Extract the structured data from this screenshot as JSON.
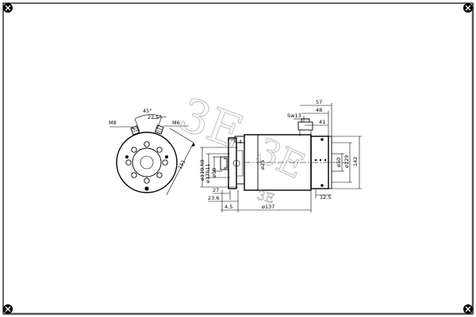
{
  "front_view": {
    "angle_45": "45°",
    "angle_22_5": "22.5°",
    "terminal_left": "M8",
    "terminal_right": "M6",
    "dim_151": "151"
  },
  "side_view": {
    "d_110": "ø110.h9",
    "d_17": "ø17h11",
    "d_58": "ø58",
    "d_25": "ø25",
    "dim_27": "27",
    "dim_23_6": "23.6",
    "dim_4_5": "4.5",
    "dim_4": "4",
    "dim_137": "ø137"
  },
  "end_view": {
    "dim_57": "57",
    "dim_48": "48",
    "sw13": "Sw13",
    "dim_41": "41",
    "d_50": "ø50",
    "dim_129": "ø129",
    "dim_142": "142",
    "dim_12_5": "12.5"
  },
  "watermark": {
    "letters": "3E",
    "line": "3E"
  },
  "corner_icon": "x-circle-icon"
}
